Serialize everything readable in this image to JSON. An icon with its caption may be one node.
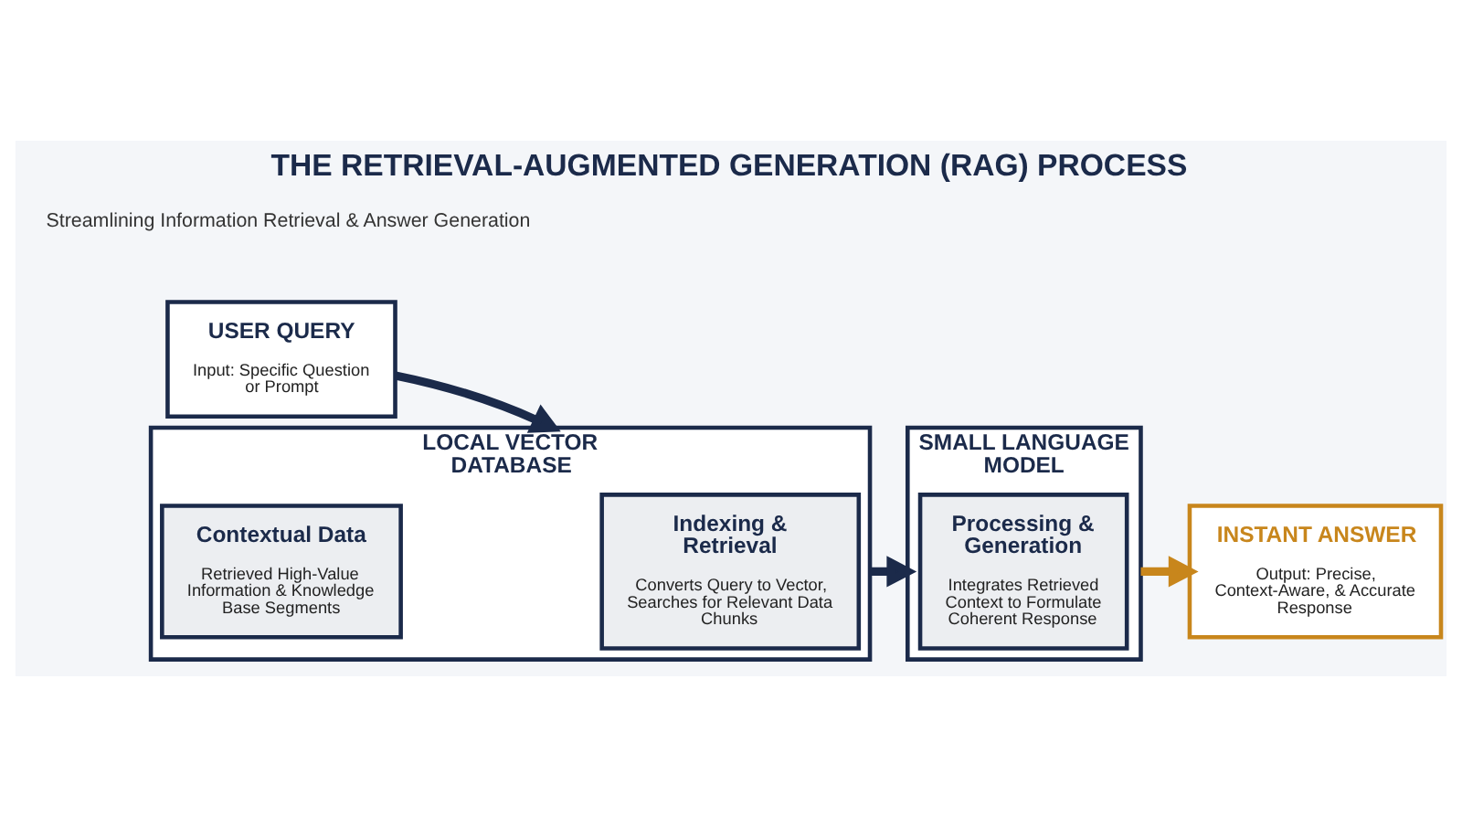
{
  "diagram": {
    "title": "THE RETRIEVAL-AUGMENTED GENERATION (RAG) PROCESS",
    "nodes": [
      {
        "text": [
          "USER QUERY",
          "Input: Specific Question or Prompt"
        ]
      },
      {
        "text": [
          "LOCAL VECTOR DATABASE"
        ]
      },
      {
        "text": [
          "Indexing & Retrieval",
          "Converts Query to Vector, Searches for Relevant Data Chunks"
        ],
        "in": 1
      },
      {
        "text": [
          "Contextual Data",
          "Retrieved High-Value Information & Knowledge Base Segments"
        ],
        "in": 1
      },
      {
        "text": [
          "SMALL LANGUAGE MODEL"
        ]
      },
      {
        "text": [
          "Processing & Generation",
          "Integrates Retrieved Context to Formulate Coherent Response"
        ],
        "in": 4
      },
      {
        "text": [
          "INSTANT ANSWER",
          "Output: Precise, Context-Aware, & Accurate Response"
        ]
      }
    ],
    "edges": [
      {
        "from": 0,
        "to": 1,
        "arrow": "to"
      },
      {
        "from": 1,
        "to": 4,
        "arrow": "to"
      },
      {
        "from": 4,
        "to": 6,
        "arrow": "to",
        "color": "#c8861c"
      }
    ],
    "labels": [
      "Streamlining Information Retrieval & Answer Generation"
    ]
  }
}
